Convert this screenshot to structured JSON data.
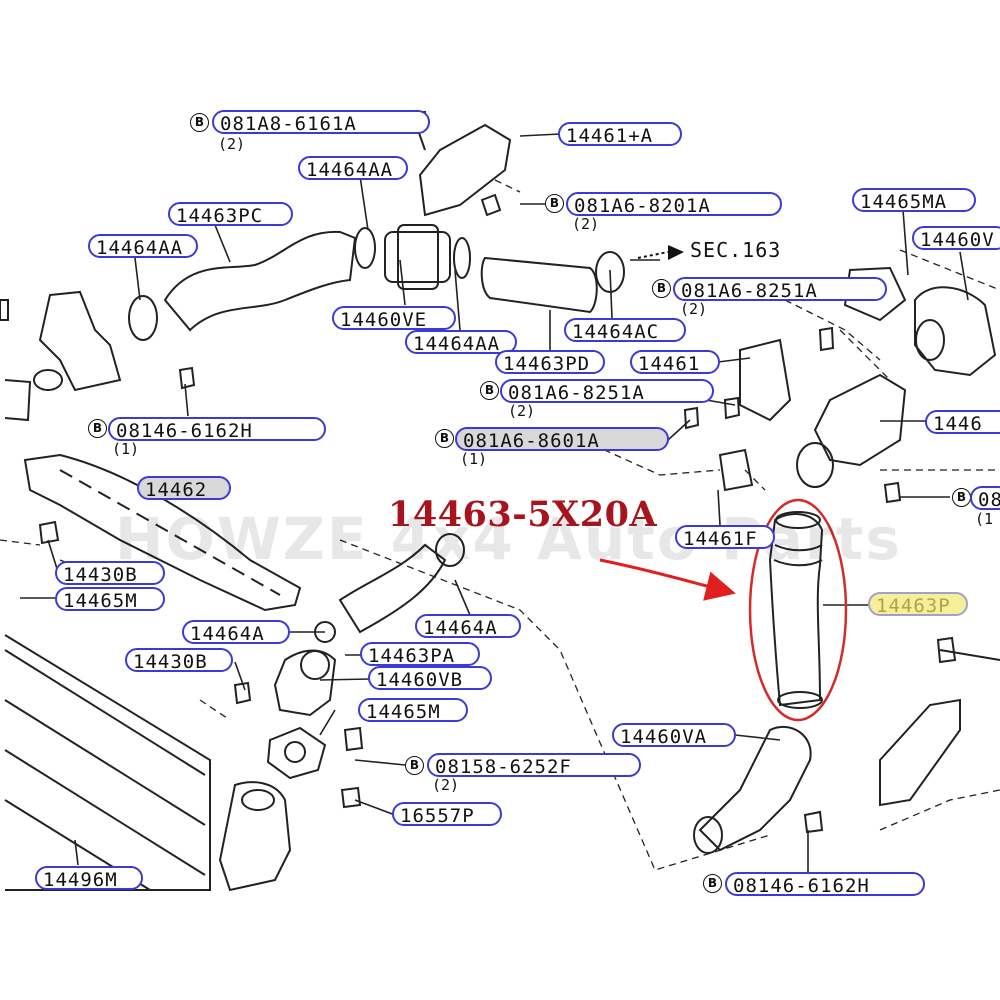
{
  "watermark": "HOWZE 4x4 Auto Parts",
  "part_number": "14463-5X20A",
  "sec_ref": "SEC.163",
  "labels": {
    "l_081a8_6161a": "081A8-6161A",
    "l_14461a": "14461+A",
    "l_14464aa_top": "14464AA",
    "l_14463pc": "14463PC",
    "l_081a6_8201a": "081A6-8201A",
    "l_14465ma": "14465MA",
    "l_14460v_right": "14460V",
    "l_14464aa_left": "14464AA",
    "l_081a6_8251a_r": "081A6-8251A",
    "l_14460ve": "14460VE",
    "l_14464ac": "14464AC",
    "l_14464aa_mid": "14464AA",
    "l_14463pd": "14463PD",
    "l_14461": "14461",
    "l_081a6_8251a_m": "081A6-8251A",
    "l_08146_6162h_top": "08146-6162H",
    "l_081a6_8601a": "081A6-8601A",
    "l_1446x_right": "1446",
    "l_14462": "14462",
    "l_08_right": "08",
    "l_14461f": "14461F",
    "l_14430b_top": "14430B",
    "l_14465m_left": "14465M",
    "l_14463p": "14463P",
    "l_14464a_left": "14464A",
    "l_14464a_mid": "14464A",
    "l_14430b_low": "14430B",
    "l_14463pa": "14463PA",
    "l_14460vb": "14460VB",
    "l_14465m_mid": "14465M",
    "l_14460va": "14460VA",
    "l_08158_6252f": "08158-6252F",
    "l_16557p": "16557P",
    "l_14496m": "14496M",
    "l_08146_6162h_bot": "08146-6162H"
  },
  "quantities": {
    "q1": "(2)",
    "q2": "(2)",
    "q3": "(2)",
    "q4": "(2)",
    "q5": "(1)",
    "q6": "(1)",
    "q7": "(1",
    "q8": "(2)"
  },
  "bolt_symbol": "B",
  "colors": {
    "label_border": "#3a3ad6",
    "part_number": "#a8141e",
    "highlight_ellipse": "#d42a2a",
    "highlight_fill": "#f6ef9a"
  },
  "icons": [
    "arrow-icon",
    "bolt-symbol-icon"
  ]
}
